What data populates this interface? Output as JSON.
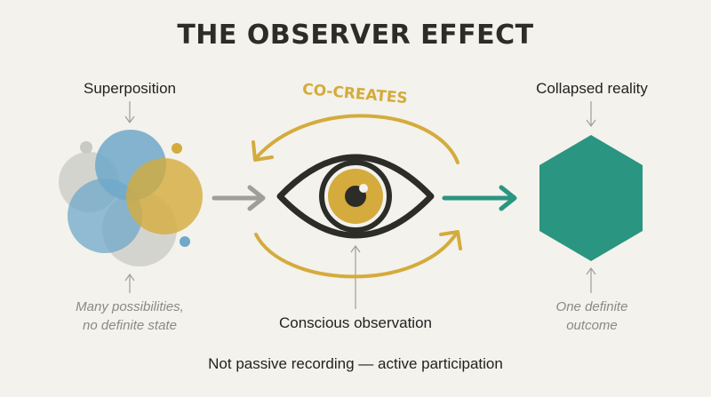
{
  "title": "THE OBSERVER EFFECT",
  "left": {
    "label": "Superposition",
    "caption_line1": "Many possibilities,",
    "caption_line2": "no definite state"
  },
  "center": {
    "arc_label": "CO-CREATES",
    "label": "Conscious observation"
  },
  "right": {
    "label": "Collapsed reality",
    "caption_line1": "One definite",
    "caption_line2": "outcome"
  },
  "footer": "Not passive recording — active participation",
  "colors": {
    "blue": "#6fa8c9",
    "gold": "#d4ab3c",
    "gray": "#c9c9c6",
    "teal": "#2a9580",
    "dark": "#2c2c28",
    "background": "#f3f2ec"
  }
}
